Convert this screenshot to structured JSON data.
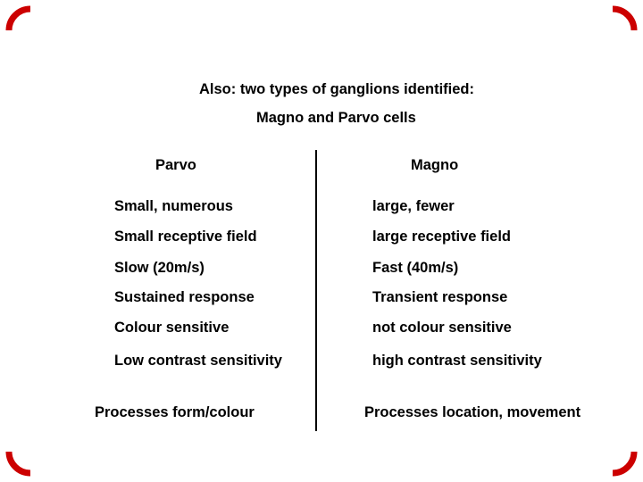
{
  "slide": {
    "title": "Also: two types of ganglions identified:",
    "subtitle": "Magno and Parvo cells",
    "columns": {
      "left_header": "Parvo",
      "right_header": "Magno"
    },
    "rows": [
      {
        "left": "Small, numerous",
        "right": "large, fewer"
      },
      {
        "left": "Small receptive field",
        "right": "large receptive field"
      },
      {
        "left": "Slow (20m/s)",
        "right": "Fast (40m/s)"
      },
      {
        "left": "Sustained response",
        "right": "Transient response"
      },
      {
        "left": "Colour sensitive",
        "right": "not colour sensitive"
      },
      {
        "left": "Low contrast sensitivity",
        "right": "high contrast sensitivity"
      }
    ],
    "footer": {
      "left": "Processes form/colour",
      "right": "Processes location, movement"
    },
    "colors": {
      "background": "#ffffff",
      "text": "#000000",
      "divider": "#000000",
      "corner_marks": "#cc0000"
    }
  }
}
